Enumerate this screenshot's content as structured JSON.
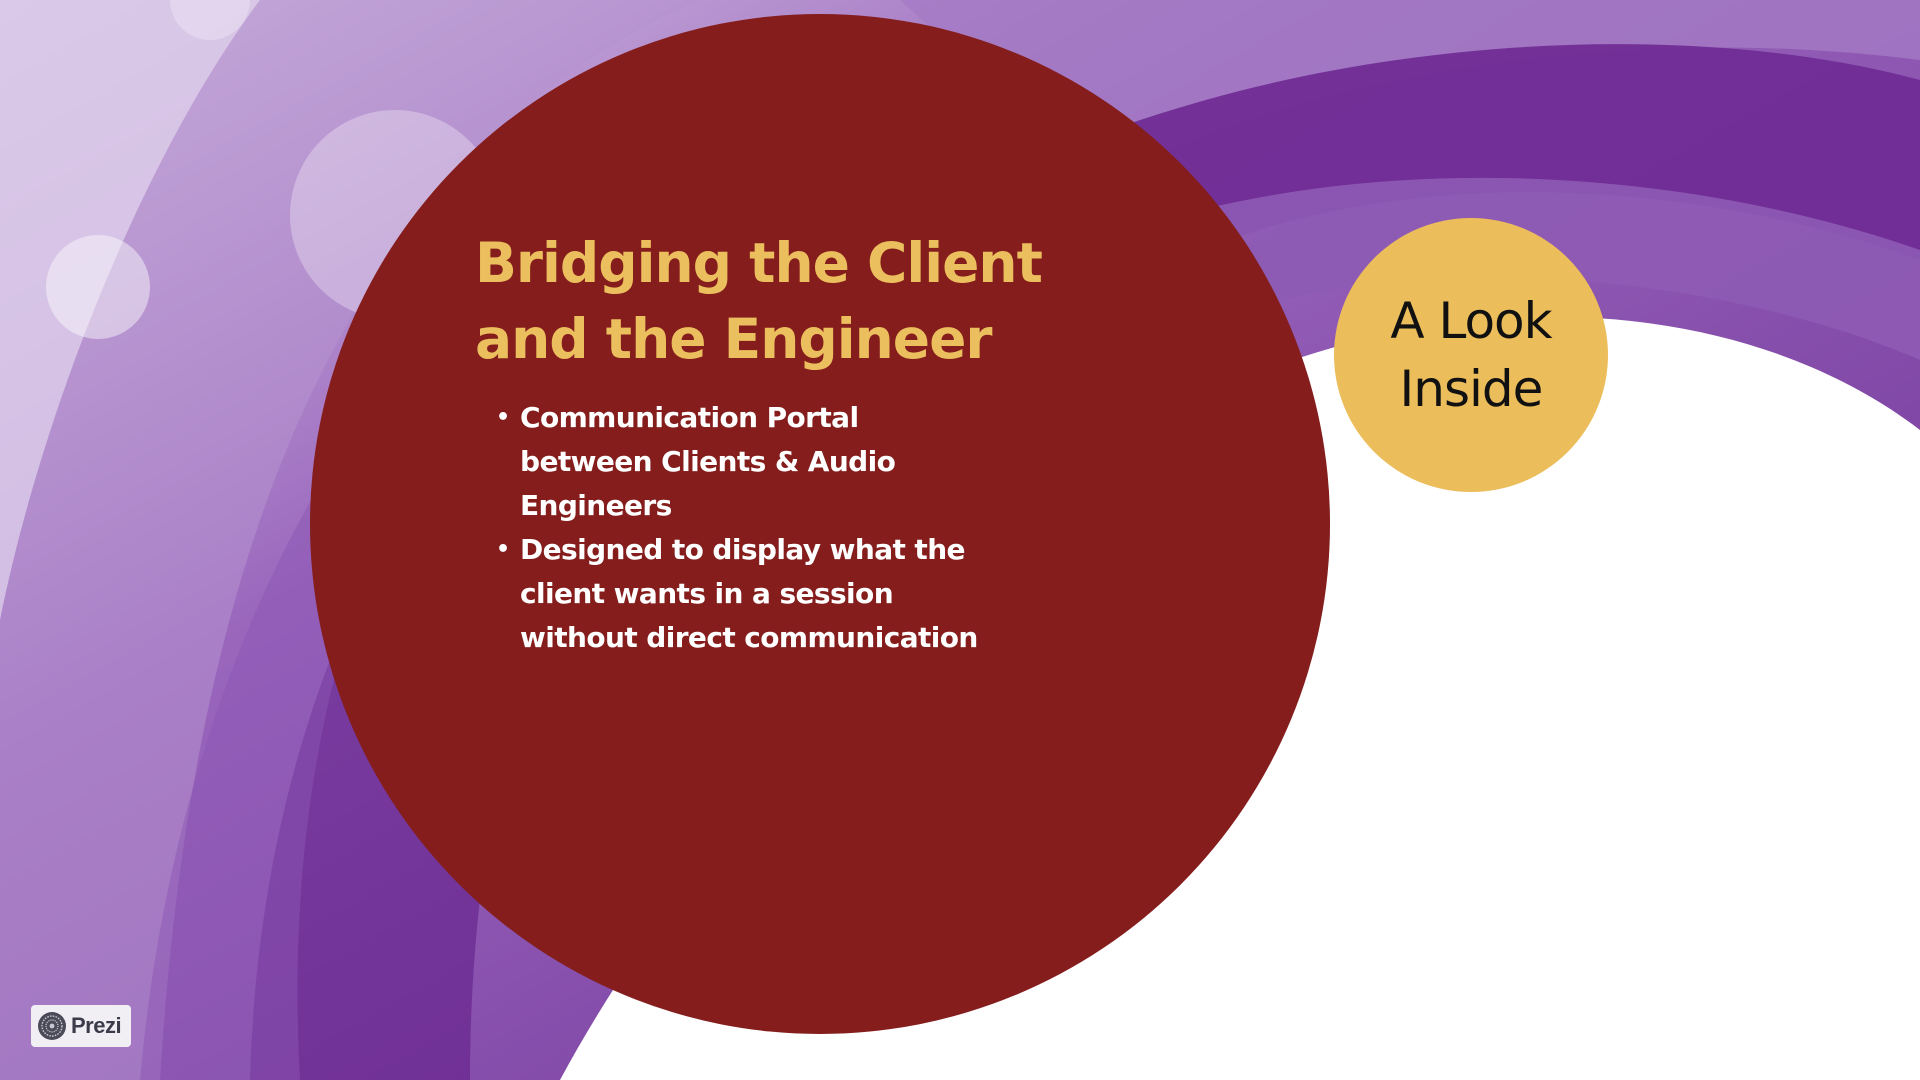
{
  "slide": {
    "title": "Bridging the Client and the Engineer",
    "bullets": [
      "Communication Portal between Clients & Audio Engineers",
      "Designed to display what the client wants in a session without direct communication"
    ],
    "bullet_glyph": "•",
    "side_label": "A Look Inside"
  },
  "branding": {
    "label": "Prezi",
    "icon": "prezi-logo-icon"
  },
  "colors": {
    "main_circle": "#841d1c",
    "title": "#ecbf5e",
    "bullet_text": "#ffffff",
    "side_circle": "#ebbd5b",
    "side_text": "#111111",
    "background_purple": "#7a3d9c"
  }
}
